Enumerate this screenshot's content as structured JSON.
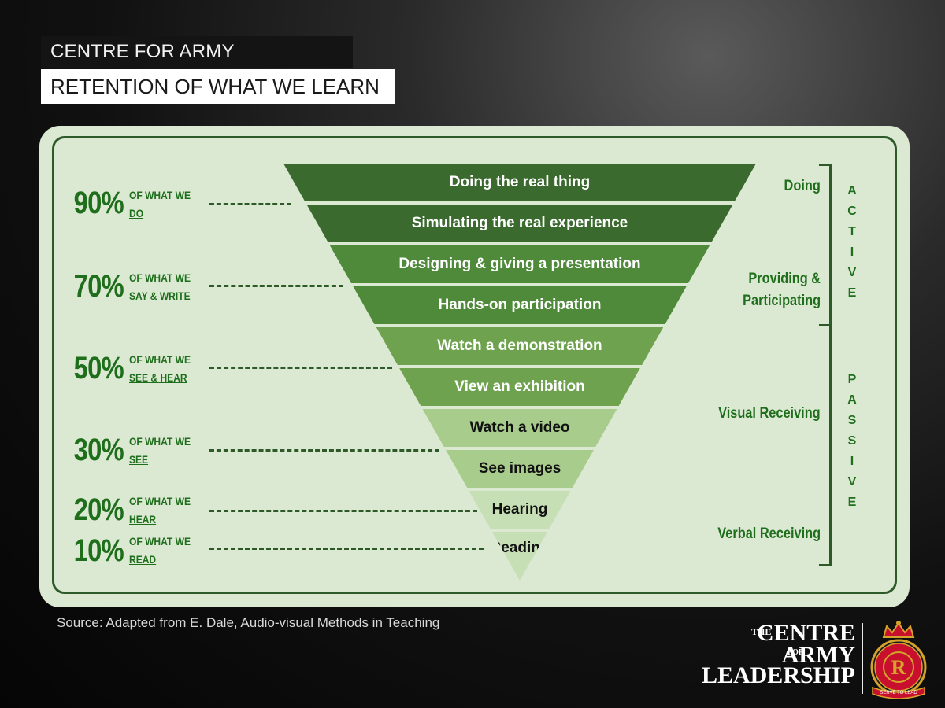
{
  "header": {
    "org": "CENTRE FOR ARMY LEADERSHIP",
    "title": "RETENTION OF WHAT WE LEARN"
  },
  "retention": [
    {
      "percent": "90%",
      "prefix": "OF WHAT WE",
      "activity": "DO"
    },
    {
      "percent": "70%",
      "prefix": "OF WHAT WE",
      "activity": "SAY & WRITE"
    },
    {
      "percent": "50%",
      "prefix": "OF WHAT WE",
      "activity": "SEE & HEAR"
    },
    {
      "percent": "30%",
      "prefix": "OF WHAT WE",
      "activity": "SEE"
    },
    {
      "percent": "20%",
      "prefix": "OF WHAT WE",
      "activity": "HEAR"
    },
    {
      "percent": "10%",
      "prefix": "OF WHAT WE",
      "activity": "READ"
    }
  ],
  "bands": [
    {
      "label": "Doing the real thing",
      "color": "#3b6a2f"
    },
    {
      "label": "Simulating the real experience",
      "color": "#3b6a2f"
    },
    {
      "label": "Designing & giving a presentation",
      "color": "#4f8a3a"
    },
    {
      "label": "Hands-on participation",
      "color": "#4f8a3a"
    },
    {
      "label": "Watch a demonstration",
      "color": "#6ea24e"
    },
    {
      "label": "View an exhibition",
      "color": "#6ea24e"
    },
    {
      "label": "Watch a video",
      "color": "#a7cc8c"
    },
    {
      "label": "See images",
      "color": "#a7cc8c"
    },
    {
      "label": "Hearing",
      "color": "#c6dfb5"
    },
    {
      "label": "Reading",
      "color": "#c6dfb5"
    }
  ],
  "categories": [
    {
      "label": "Doing"
    },
    {
      "label": "Providing &\nParticipating"
    },
    {
      "label": "Visual Receiving"
    },
    {
      "label": "Verbal Receiving"
    }
  ],
  "groups": {
    "active": "ACTIVE",
    "passive": "PASSIVE"
  },
  "source": "Source: Adapted from E. Dale, Audio-visual Methods in Teaching",
  "logo": {
    "the": "THE",
    "centre": "CENTRE",
    "for": "FOR",
    "army": "ARMY",
    "leadership": "LEADERSHIP",
    "crest_letter": "R",
    "crest_motto": "SERVE TO LEAD"
  }
}
